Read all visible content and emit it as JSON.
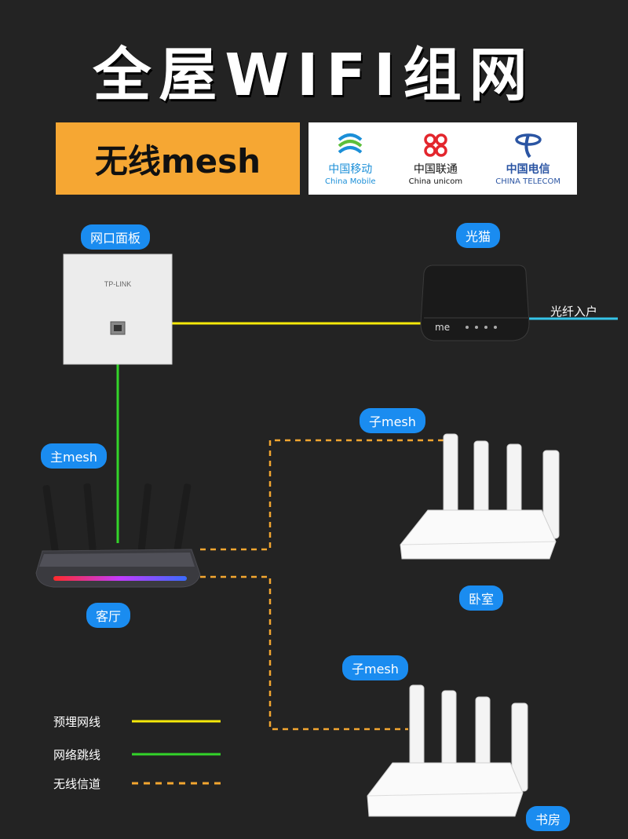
{
  "title": "全屋WIFI组网",
  "banner": {
    "label": "无线mesh"
  },
  "isps": [
    {
      "name": "中国移动",
      "sub": "China Mobile",
      "color": "#1b8fd8"
    },
    {
      "name": "中国联通",
      "sub": "China unicom",
      "color": "#111111"
    },
    {
      "name": "中国电信",
      "sub": "CHINA TELECOM",
      "color": "#2b55a3"
    }
  ],
  "devices": {
    "wall_panel": {
      "label": "网口面板",
      "brand": "TP-LINK"
    },
    "modem": {
      "label": "光猫",
      "logo": "me"
    },
    "fiber": {
      "label": "光纤入户"
    },
    "main_router": {
      "label": "主mesh",
      "room": "客厅"
    },
    "sub_router_1": {
      "label": "子mesh",
      "room": "卧室"
    },
    "sub_router_2": {
      "label": "子mesh",
      "room": "书房"
    }
  },
  "legend": [
    {
      "label": "预埋网线",
      "color": "#f5e90a",
      "style": "solid"
    },
    {
      "label": "网络跳线",
      "color": "#33d42a",
      "style": "solid"
    },
    {
      "label": "无线信道",
      "color": "#f3a630",
      "style": "dashed"
    }
  ],
  "colors": {
    "accent": "#1a8cf0",
    "banner": "#f6a733",
    "background": "#232323"
  }
}
